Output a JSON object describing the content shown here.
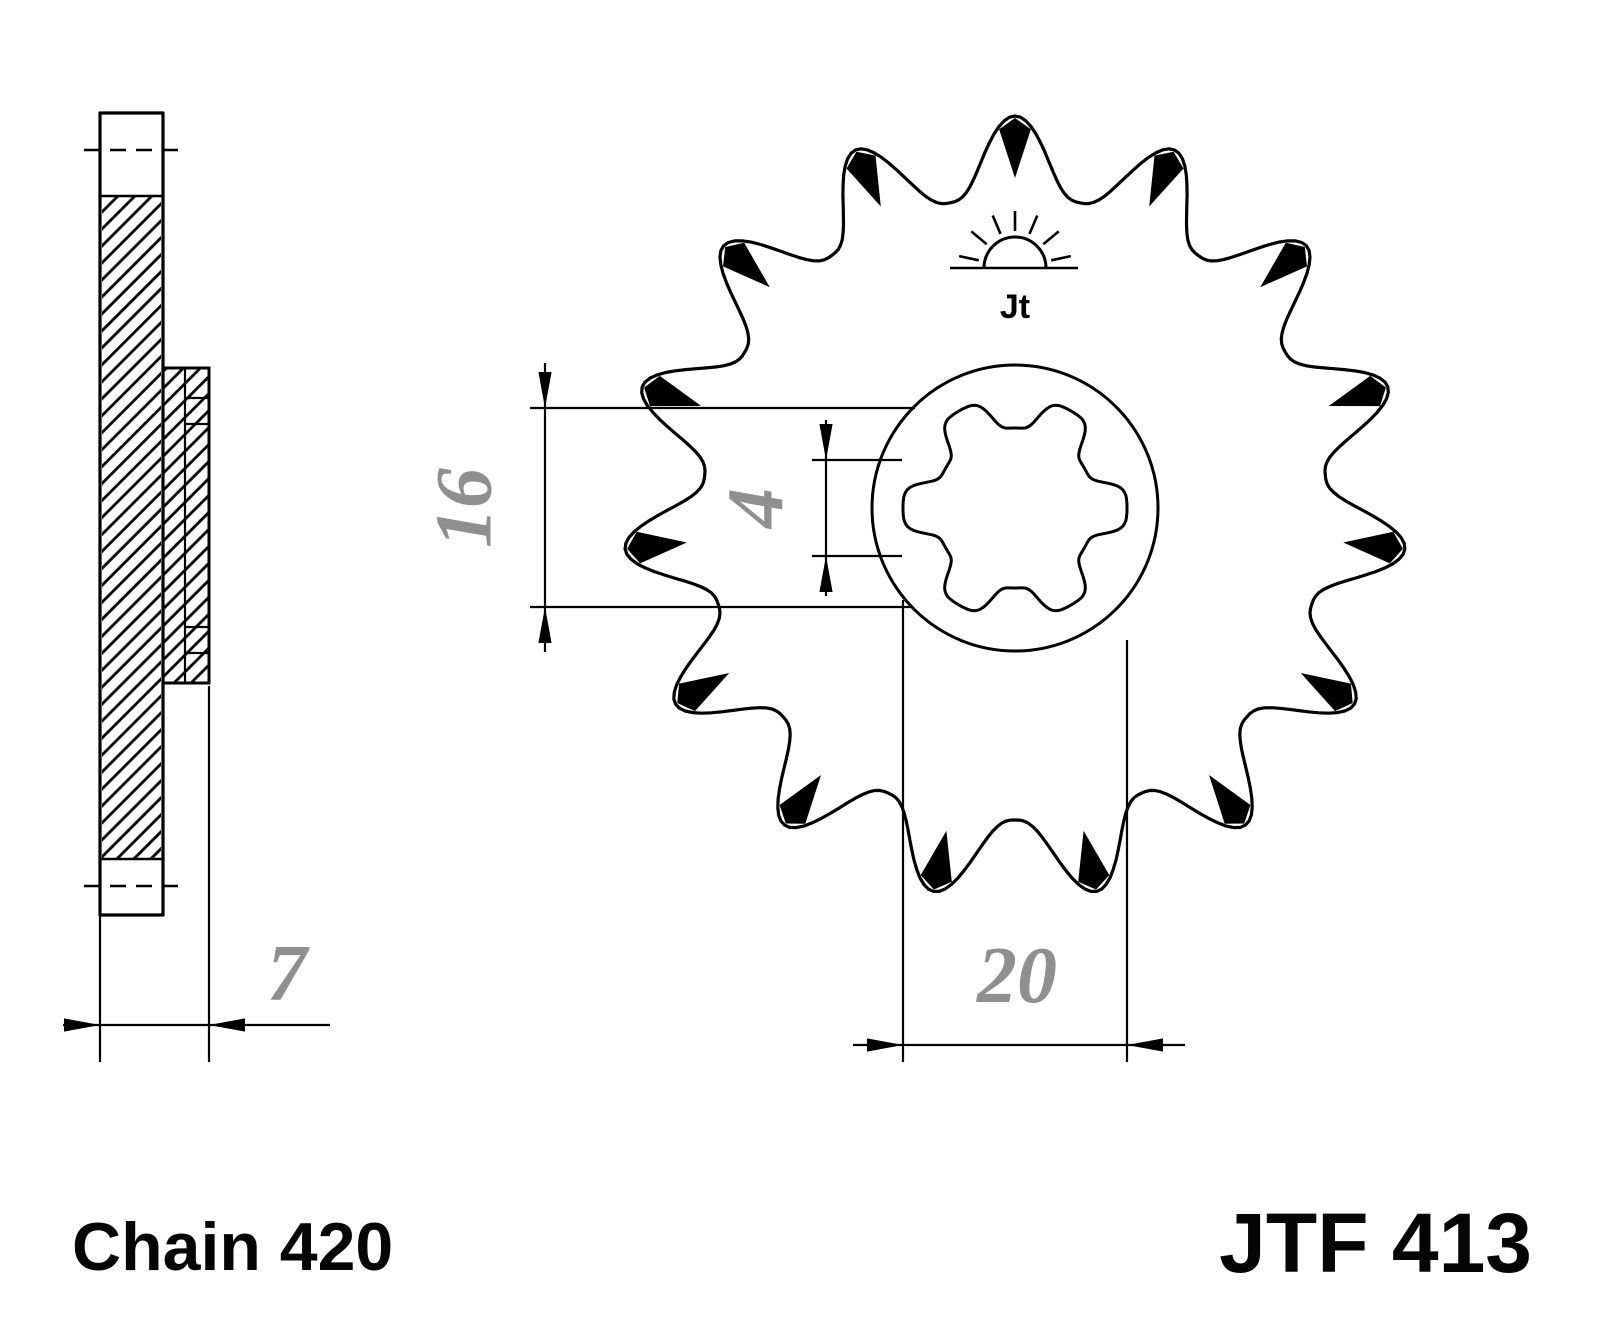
{
  "captions": {
    "chain": "Chain 420",
    "part": "JTF 413"
  },
  "dimensions": {
    "hub_width": "7",
    "bore_height": "16",
    "spline_groove": "4",
    "spline_outer": "20"
  },
  "logo": {
    "text": "Jt"
  },
  "sprocket": {
    "teeth": 15,
    "spline_count": 6
  },
  "colors": {
    "line": "#000000",
    "dim_text": "#8f8f8f",
    "background": "#ffffff"
  }
}
